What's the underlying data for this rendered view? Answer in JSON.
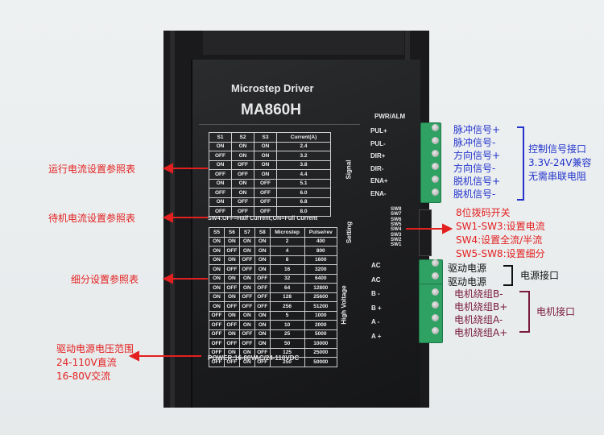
{
  "panel": {
    "title": "Microstep Driver",
    "model": "MA860H",
    "pwr_alm": "PWR/ALM",
    "signal_label": "Signal",
    "setting_label": "Setting",
    "hv_label": "High Voltage",
    "power_text": "POWER:16-80VAC/24-110VDC",
    "sw4_text": "SW4:OFF=Half Current;ON=Full Current",
    "signal_pins": [
      "PUL+",
      "PUL-",
      "DIR+",
      "DIR-",
      "ENA+",
      "ENA-"
    ],
    "setting_pins": [
      "SW8",
      "SW7",
      "SW6",
      "SW5",
      "SW4",
      "SW3",
      "SW2",
      "SW1"
    ],
    "hv_pins": [
      "AC",
      "AC",
      "B -",
      "B +",
      "A -",
      "A +"
    ]
  },
  "current_table": {
    "headers": [
      "S1",
      "S2",
      "S3",
      "Current(A)"
    ],
    "rows": [
      [
        "ON",
        "ON",
        "ON",
        "2.4"
      ],
      [
        "OFF",
        "ON",
        "ON",
        "3.2"
      ],
      [
        "ON",
        "OFF",
        "ON",
        "3.8"
      ],
      [
        "OFF",
        "OFF",
        "ON",
        "4.4"
      ],
      [
        "ON",
        "ON",
        "OFF",
        "5.1"
      ],
      [
        "OFF",
        "ON",
        "OFF",
        "6.0"
      ],
      [
        "ON",
        "OFF",
        "OFF",
        "6.8"
      ],
      [
        "OFF",
        "OFF",
        "OFF",
        "8.0"
      ]
    ]
  },
  "microstep_table": {
    "headers": [
      "S5",
      "S6",
      "S7",
      "S8",
      "Microstep",
      "Pulse/rev"
    ],
    "rows": [
      [
        "ON",
        "ON",
        "ON",
        "ON",
        "2",
        "400"
      ],
      [
        "ON",
        "OFF",
        "ON",
        "ON",
        "4",
        "800"
      ],
      [
        "ON",
        "ON",
        "OFF",
        "ON",
        "8",
        "1600"
      ],
      [
        "ON",
        "OFF",
        "OFF",
        "ON",
        "16",
        "3200"
      ],
      [
        "ON",
        "ON",
        "ON",
        "OFF",
        "32",
        "6400"
      ],
      [
        "ON",
        "OFF",
        "ON",
        "OFF",
        "64",
        "12800"
      ],
      [
        "ON",
        "ON",
        "OFF",
        "OFF",
        "128",
        "25600"
      ],
      [
        "ON",
        "OFF",
        "OFF",
        "OFF",
        "256",
        "51200"
      ],
      [
        "OFF",
        "ON",
        "ON",
        "ON",
        "5",
        "1000"
      ],
      [
        "OFF",
        "OFF",
        "ON",
        "ON",
        "10",
        "2000"
      ],
      [
        "OFF",
        "ON",
        "OFF",
        "ON",
        "25",
        "5000"
      ],
      [
        "OFF",
        "OFF",
        "OFF",
        "ON",
        "50",
        "10000"
      ],
      [
        "OFF",
        "ON",
        "ON",
        "OFF",
        "125",
        "25000"
      ],
      [
        "OFF",
        "OFF",
        "ON",
        "OFF",
        "250",
        "50000"
      ]
    ]
  },
  "left_notes": {
    "run_current": "运行电流设置参照表",
    "idle_current": "待机电流设置参照表",
    "microstep": "细分设置参照表",
    "power_range_1": "驱动电源电压范围",
    "power_range_2": "24-110V直流",
    "power_range_3": "16-80V交流"
  },
  "signal_notes": [
    "脉冲信号+",
    "脉冲信号-",
    "方向信号+",
    "方向信号-",
    "脱机信号+",
    "脱机信号-"
  ],
  "control_note": [
    "控制信号接口",
    "3.3V-24V兼容",
    "无需串联电阻"
  ],
  "dip_notes": [
    "8位拨码开关",
    "SW1-SW3:设置电流",
    "SW4:设置全流/半流",
    "SW5-SW8:设置细分"
  ],
  "power_notes": [
    "驱动电源",
    "驱动电源"
  ],
  "power_group": "电源接口",
  "motor_notes": [
    "电机绕组B-",
    "电机绕组B+",
    "电机绕组A-",
    "电机绕组A+"
  ],
  "motor_group": "电机接口",
  "colors": {
    "red": "#e41f1f",
    "blue": "#2233cc",
    "purple": "#7a1b3c",
    "terminal": "#2fa163"
  }
}
